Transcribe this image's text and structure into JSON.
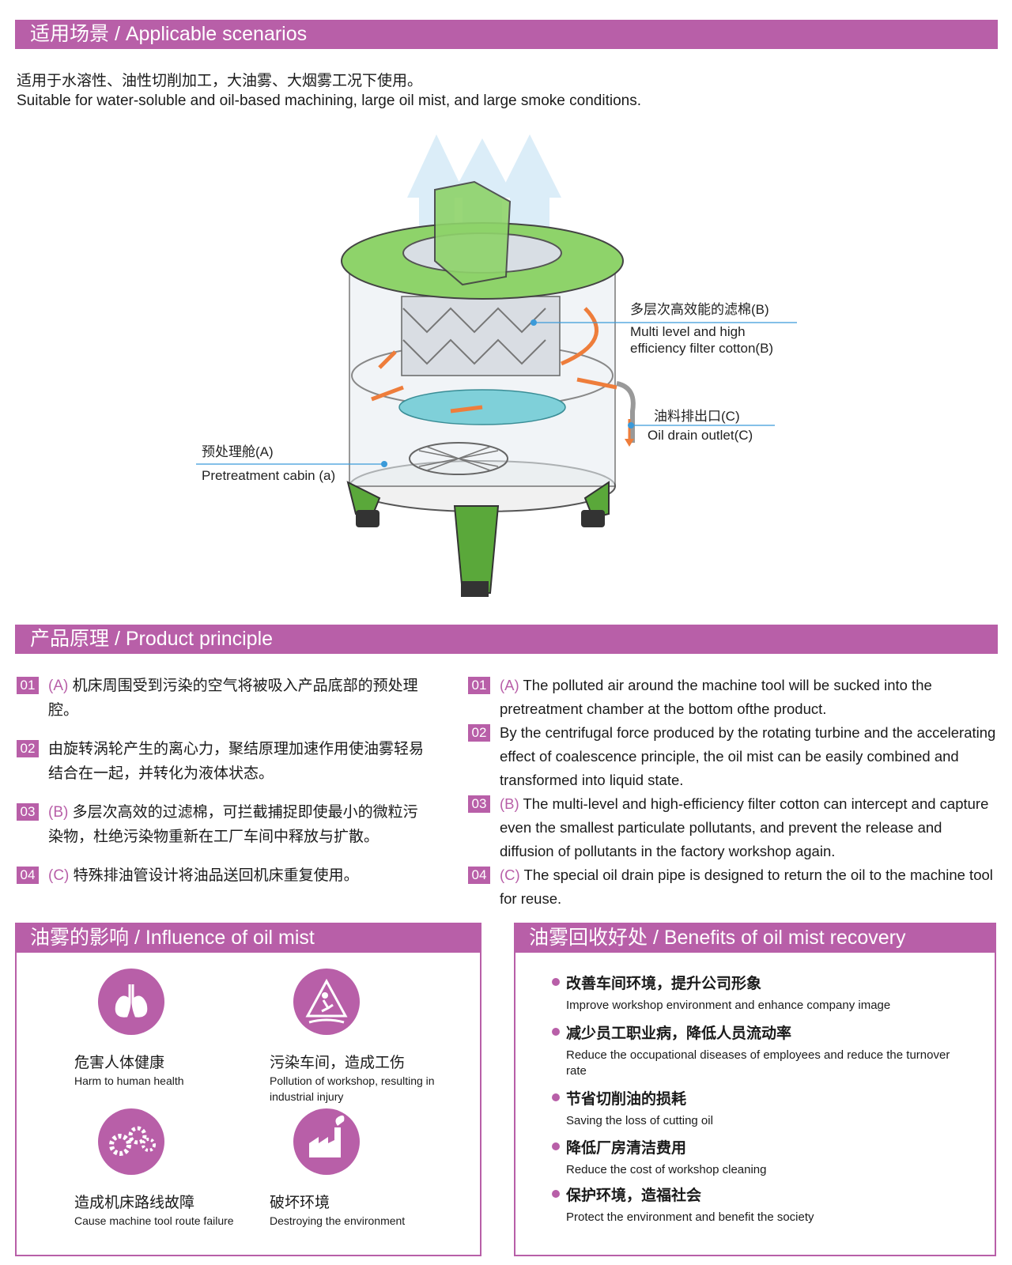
{
  "applicable": {
    "title": "适用场景 / Applicable scenarios",
    "cn": "适用于水溶性、油性切削加工，大油雾、大烟雾工况下使用。",
    "en": "Suitable for water-soluble and oil-based machining, large oil mist, and large smoke conditions."
  },
  "diagram": {
    "label_b_cn": "多层次高效能的滤棉(B)",
    "label_b_en1": "Multi level and high",
    "label_b_en2": "efficiency filter cotton(B)",
    "label_c_cn": "油料排出口(C)",
    "label_c_en": "Oil drain outlet(C)",
    "label_a_cn": "预处理舱(A)",
    "label_a_en": "Pretreatment cabin (a)"
  },
  "principle": {
    "title": "产品原理 / Product principle",
    "cn_items": [
      {
        "num": "01",
        "tag": "(A)",
        "text": "机床周围受到污染的空气将被吸入产品底部的预处理腔。"
      },
      {
        "num": "02",
        "tag": "",
        "text": "由旋转涡轮产生的离心力，聚结原理加速作用使油雾轻易结合在一起，并转化为液体状态。"
      },
      {
        "num": "03",
        "tag": "(B)",
        "text": "多层次高效的过滤棉，可拦截捕捉即使最小的微粒污染物，杜绝污染物重新在工厂车间中释放与扩散。"
      },
      {
        "num": "04",
        "tag": "(C)",
        "text": "特殊排油管设计将油品送回机床重复使用。"
      }
    ],
    "en_items": [
      {
        "num": "01",
        "tag": "(A)",
        "text": "The polluted air around the machine tool will be sucked into the pretreatment chamber at the bottom ofthe product."
      },
      {
        "num": "02",
        "tag": "",
        "text": "By the centrifugal force produced by the rotating turbine and the accelerating effect of coalescence principle, the oil mist can be easily combined and transformed into liquid state."
      },
      {
        "num": "03",
        "tag": "(B)",
        "text": "The multi-level and high-efficiency filter cotton can intercept and capture even the smallest particulate pollutants, and prevent the release and diffusion of pollutants in the factory workshop again."
      },
      {
        "num": "04",
        "tag": "(C)",
        "text": "The special oil drain pipe is designed to return the oil to the machine tool for reuse."
      }
    ]
  },
  "influence": {
    "title": "油雾的影响 / Influence of oil mist",
    "items": [
      {
        "icon": "lungs-icon",
        "cn": "危害人体健康",
        "en": "Harm to human health"
      },
      {
        "icon": "slip-fall-icon",
        "cn": "污染车间，造成工伤",
        "en": "Pollution of workshop, resulting in industrial injury"
      },
      {
        "icon": "gears-icon",
        "cn": "造成机床路线故障",
        "en": "Cause machine tool route failure"
      },
      {
        "icon": "factory-pollution-icon",
        "cn": "破坏环境",
        "en": "Destroying the environment"
      }
    ]
  },
  "benefits": {
    "title": "油雾回收好处 / Benefits of oil mist recovery",
    "items": [
      {
        "cn": "改善车间环境，提升公司形象",
        "en": "Improve workshop environment and enhance company image"
      },
      {
        "cn": "减少员工职业病，降低人员流动率",
        "en": "Reduce the occupational diseases of employees and reduce the turnover rate"
      },
      {
        "cn": "节省切削油的损耗",
        "en": "Saving the loss of cutting oil"
      },
      {
        "cn": "降低厂房清洁费用",
        "en": "Reduce the cost of workshop cleaning"
      },
      {
        "cn": "保护环境，造福社会",
        "en": "Protect the environment and benefit the society"
      }
    ]
  },
  "colors": {
    "accent": "#b85fa8",
    "green": "#8ed36a",
    "arrow": "#ee7d3b",
    "line": "#3b9ad9"
  }
}
